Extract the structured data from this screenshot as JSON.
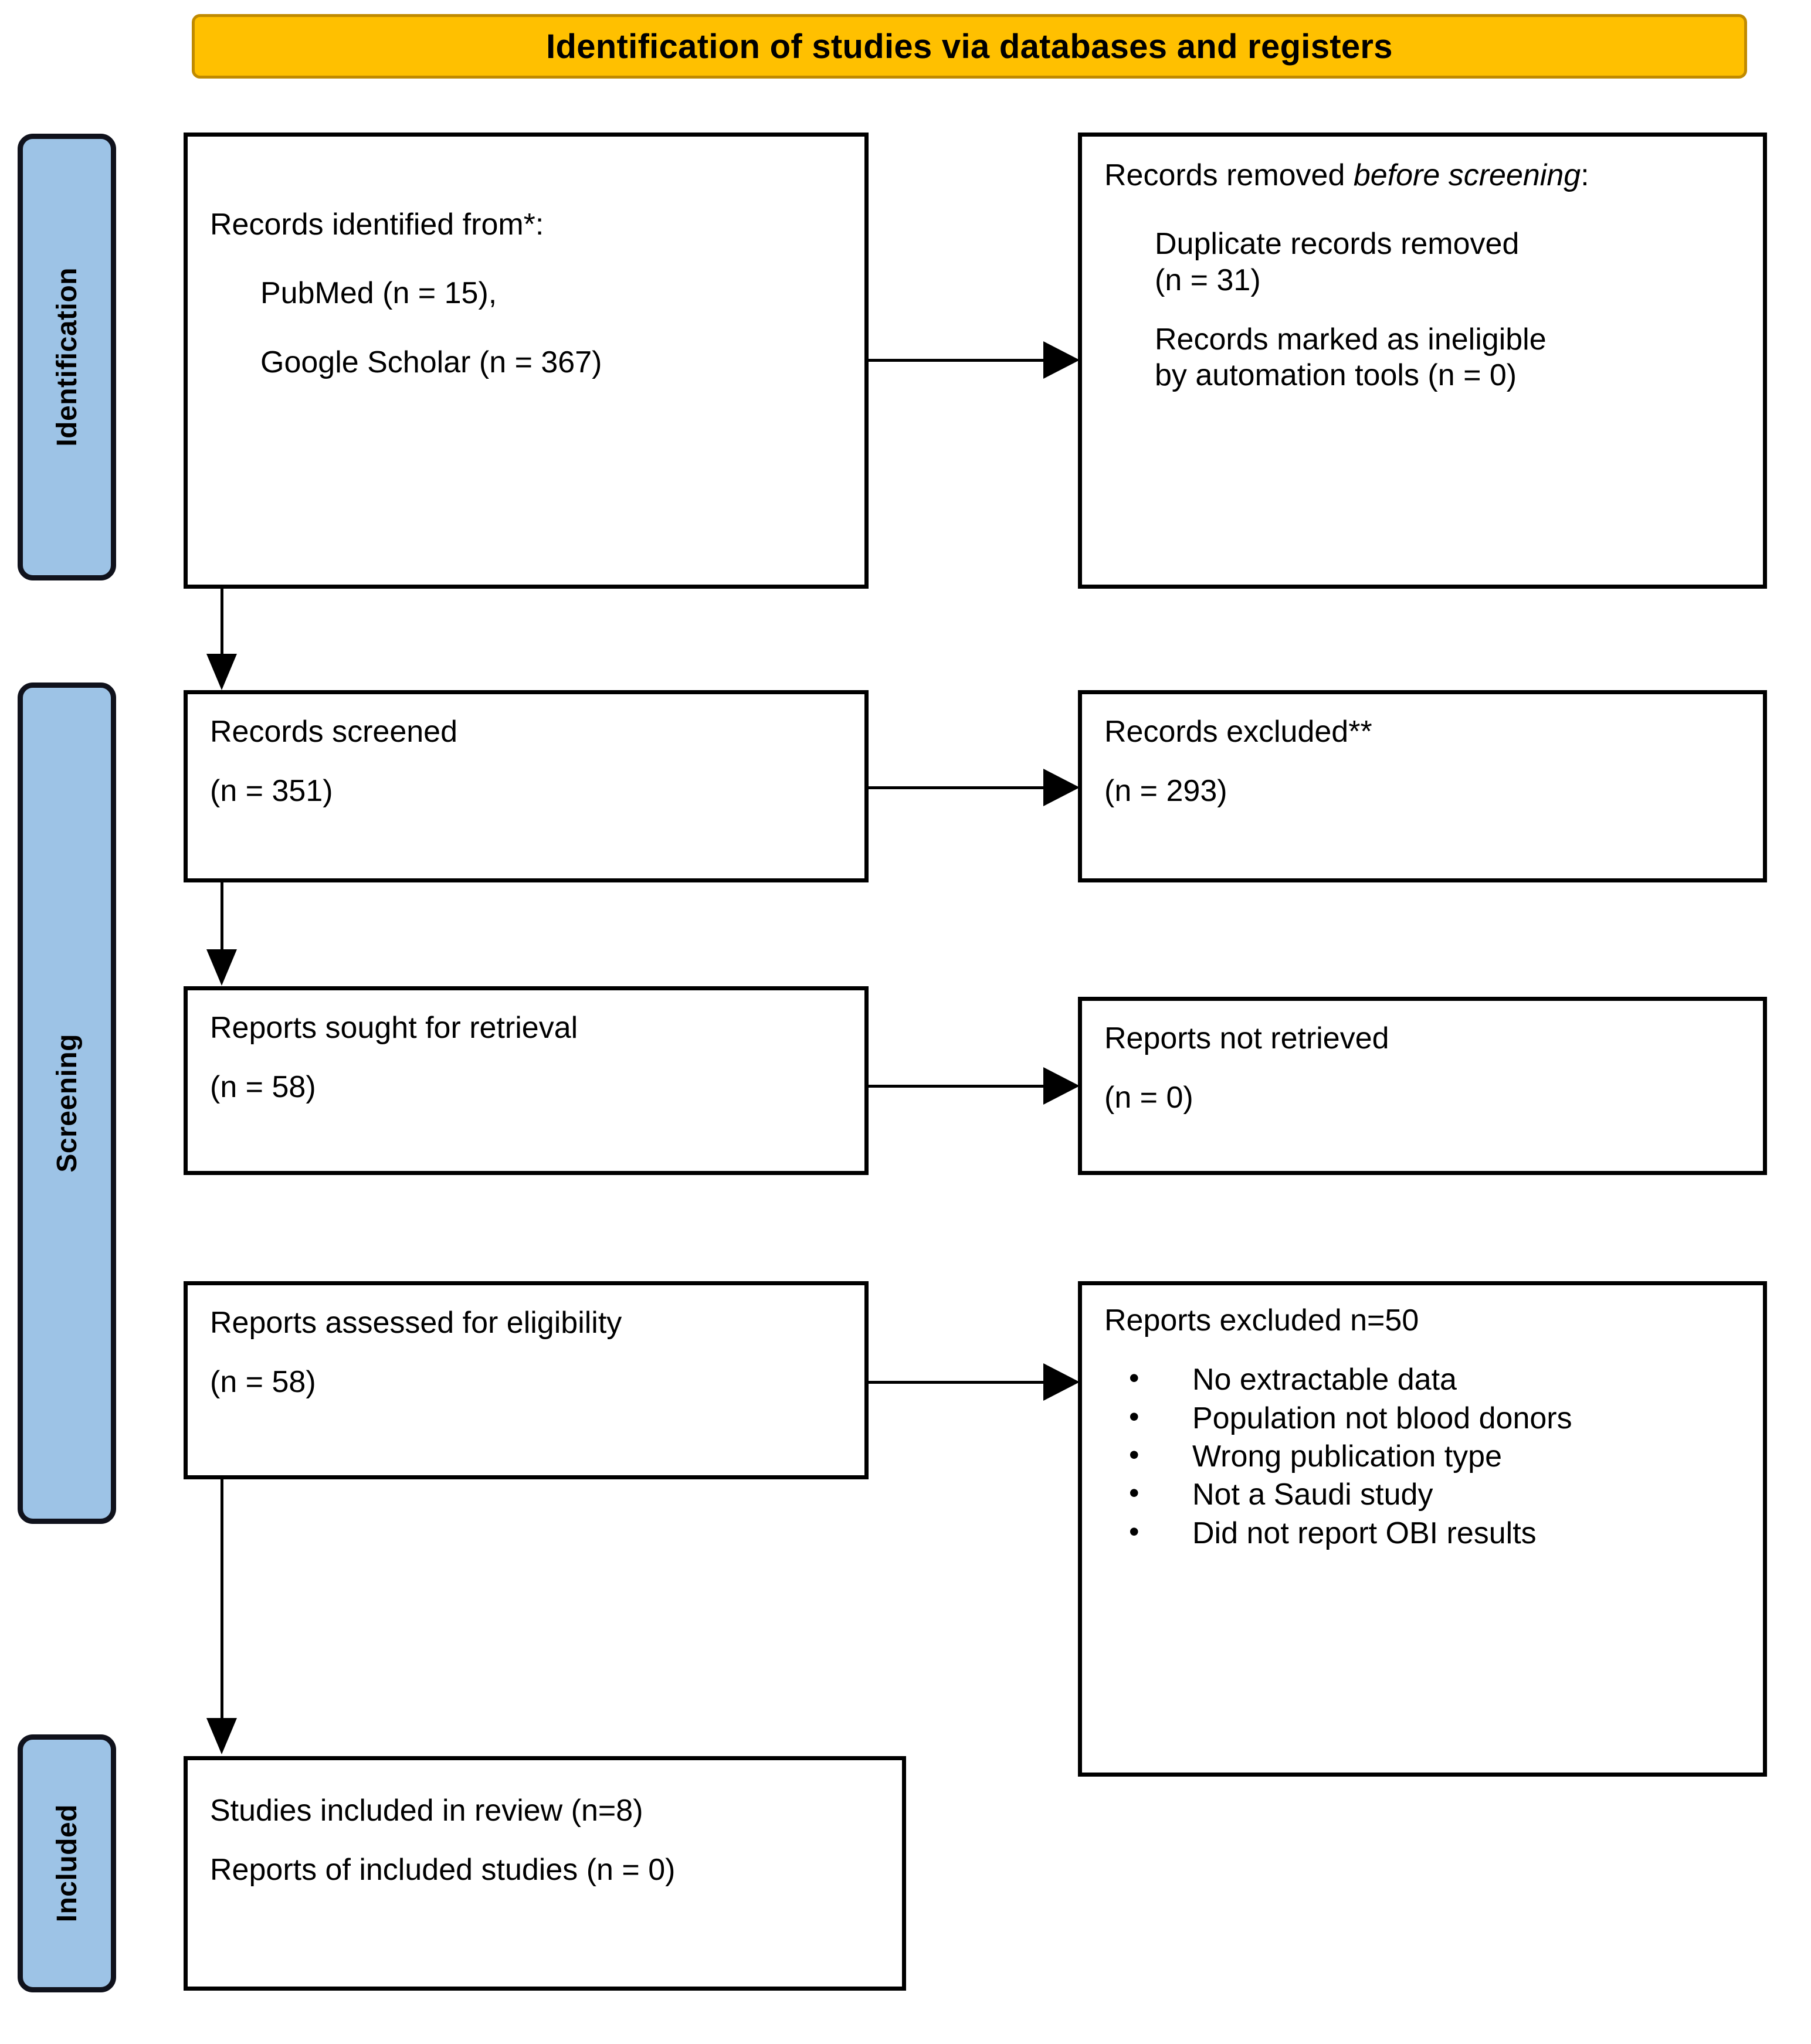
{
  "header": {
    "title": "Identification of studies via databases and registers",
    "bg_color": "#FFC000",
    "border_color": "#C08A00"
  },
  "stages": [
    {
      "key": "identification",
      "label": "Identification",
      "bg_color": "#9DC3E6"
    },
    {
      "key": "screening",
      "label": "Screening",
      "bg_color": "#9DC3E6"
    },
    {
      "key": "included",
      "label": "Included",
      "bg_color": "#9DC3E6"
    }
  ],
  "boxes": {
    "identified": {
      "heading": "Records identified from*:",
      "source_1": "PubMed (n = 15),",
      "source_2": "Google Scholar (n = 367)"
    },
    "removed_before_screening": {
      "heading_plain": "Records removed ",
      "heading_italic": "before screening",
      "heading_suffix": ":",
      "item_1_line_1": "Duplicate records removed",
      "item_1_line_2": "(n = 31)",
      "item_2_line_1": "Records marked as ineligible",
      "item_2_line_2": "by automation tools (n = 0)"
    },
    "records_screened": {
      "label": "Records screened",
      "count": "(n = 351)"
    },
    "records_excluded": {
      "label": "Records excluded**",
      "count": "(n = 293)"
    },
    "reports_sought": {
      "label": "Reports sought for retrieval",
      "count": "(n = 58)"
    },
    "reports_not_retrieved": {
      "label": "Reports not retrieved",
      "count": "(n = 0)"
    },
    "reports_assessed": {
      "label": "Reports assessed for eligibility",
      "count": "(n = 58)"
    },
    "reports_excluded": {
      "heading": "Reports excluded n=50",
      "reasons": [
        "No extractable data",
        "Population not blood donors",
        "Wrong publication type",
        "Not a Saudi study",
        "Did not report OBI results"
      ]
    },
    "included_final": {
      "line_1": "Studies included in review  (n=8)",
      "line_2": "Reports of included studies  (n = 0)"
    }
  }
}
